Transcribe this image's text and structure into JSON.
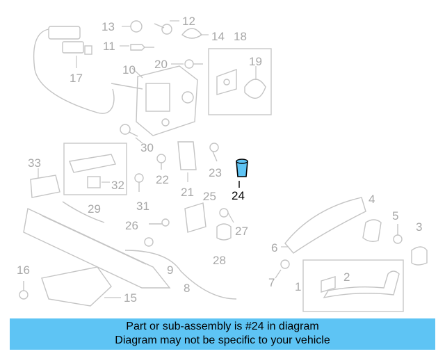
{
  "diagram": {
    "highlight_color": "#5ec4f4",
    "highlighted_part": "24",
    "callouts": [
      "1",
      "2",
      "3",
      "4",
      "5",
      "6",
      "7",
      "8",
      "9",
      "10",
      "11",
      "12",
      "13",
      "14",
      "15",
      "16",
      "17",
      "18",
      "19",
      "20",
      "21",
      "22",
      "23",
      "24",
      "25",
      "26",
      "27",
      "28",
      "29",
      "30",
      "31",
      "32",
      "33"
    ]
  },
  "footer": {
    "line1": "Part or sub-assembly is #24 in diagram",
    "line2": "Diagram may not be specific to your vehicle",
    "background": "#5ec4f4"
  }
}
